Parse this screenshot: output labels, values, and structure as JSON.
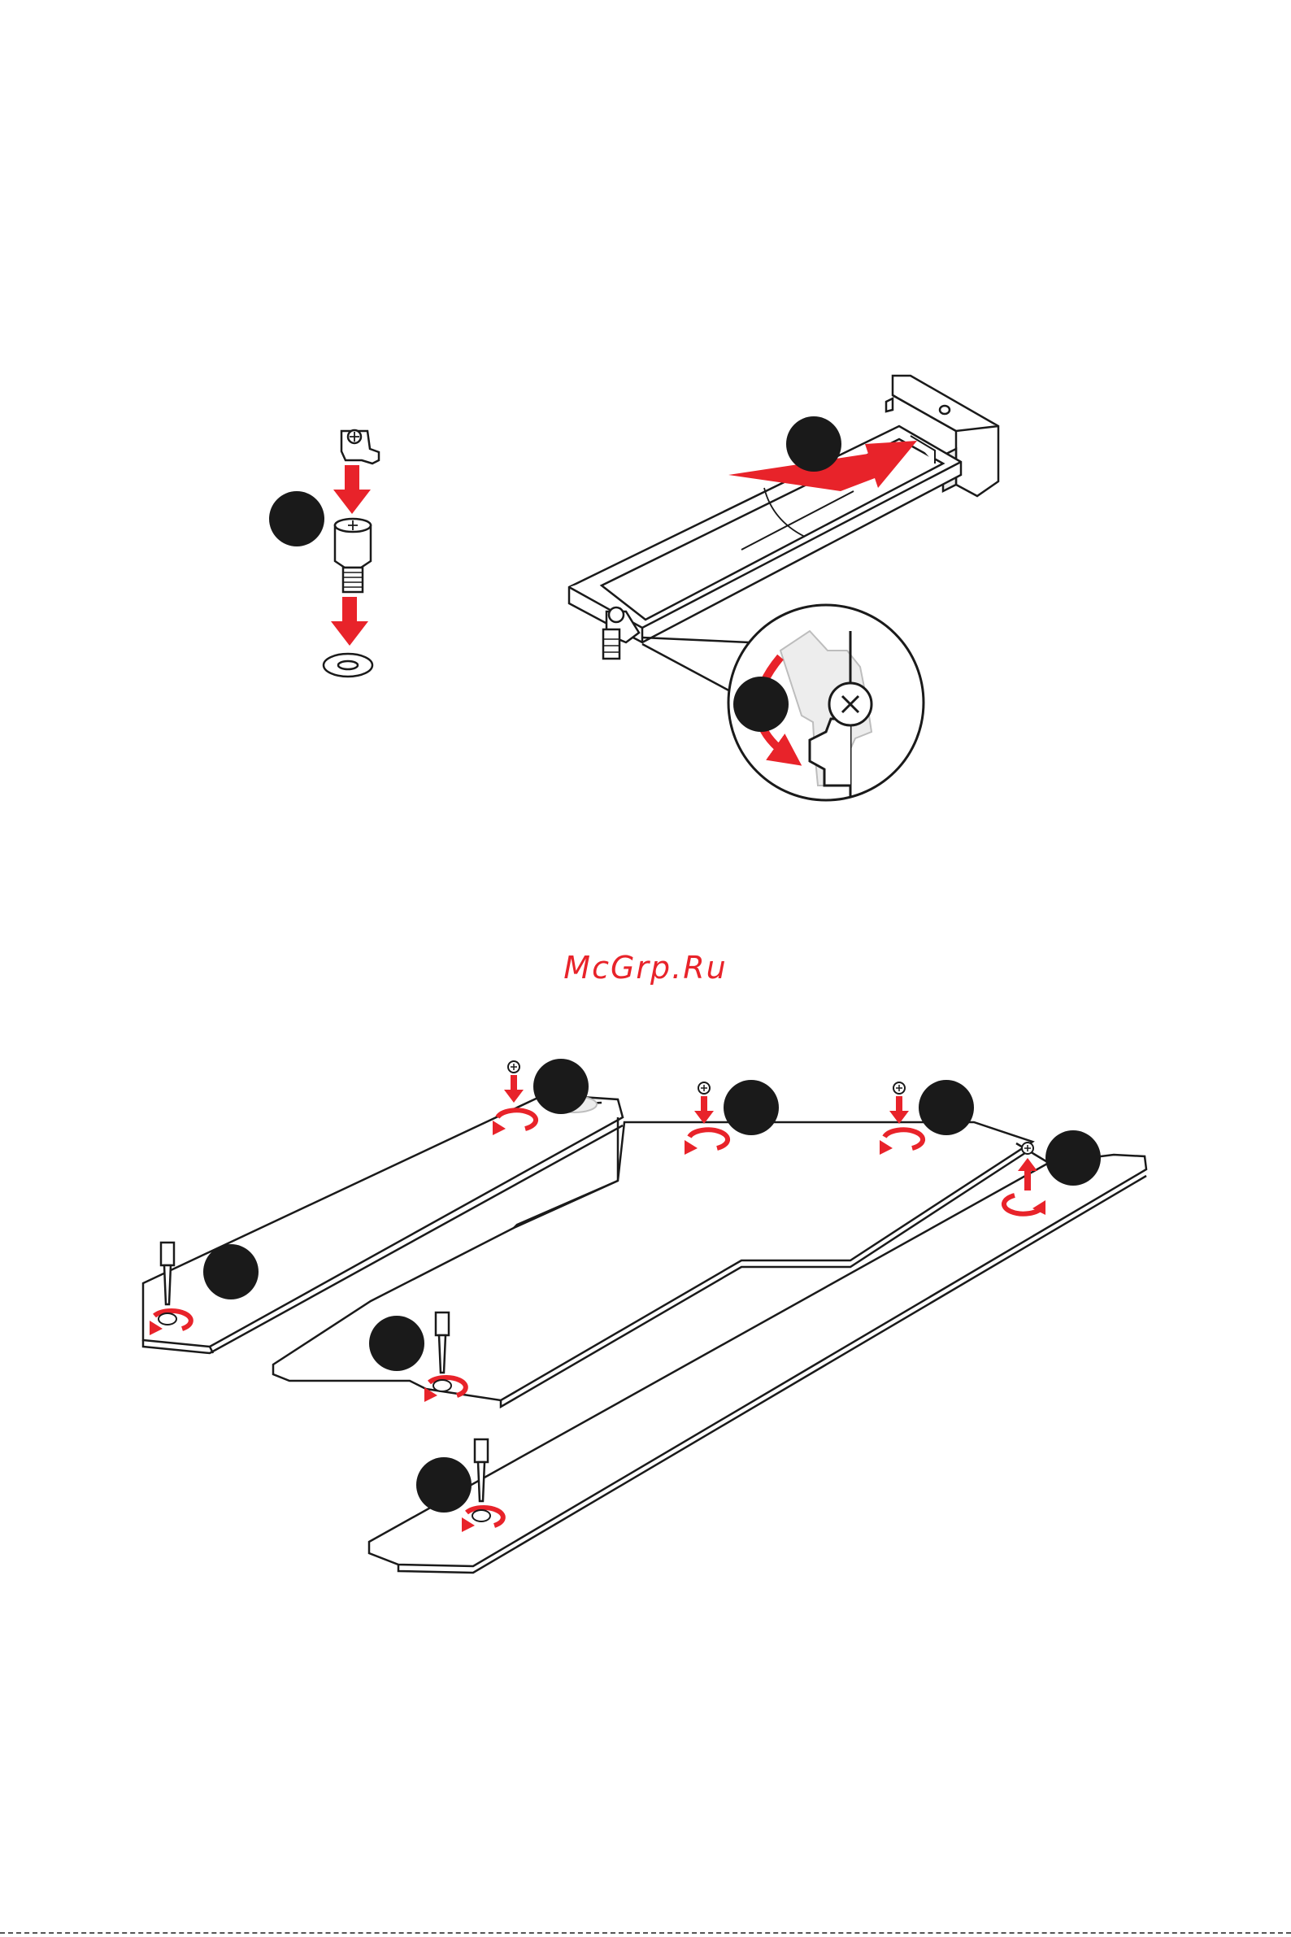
{
  "watermark": "McGrp.Ru",
  "colors": {
    "accent": "#e8232a",
    "line": "#1a1a1a",
    "panel": "#ffffff",
    "shade": "#ededed"
  },
  "figures": {
    "top": {
      "parts": [
        "standoff-cap-icon",
        "standoff-screw-icon",
        "washer-icon",
        "m2-ssd-card",
        "m2-slot-connector",
        "latch-detail-callout"
      ],
      "step_markers": 3
    },
    "bottom": {
      "parts": [
        "m2-heatsink-plate",
        "m2-screw-icon",
        "screwdriver-icon"
      ],
      "step_markers": 7
    }
  }
}
